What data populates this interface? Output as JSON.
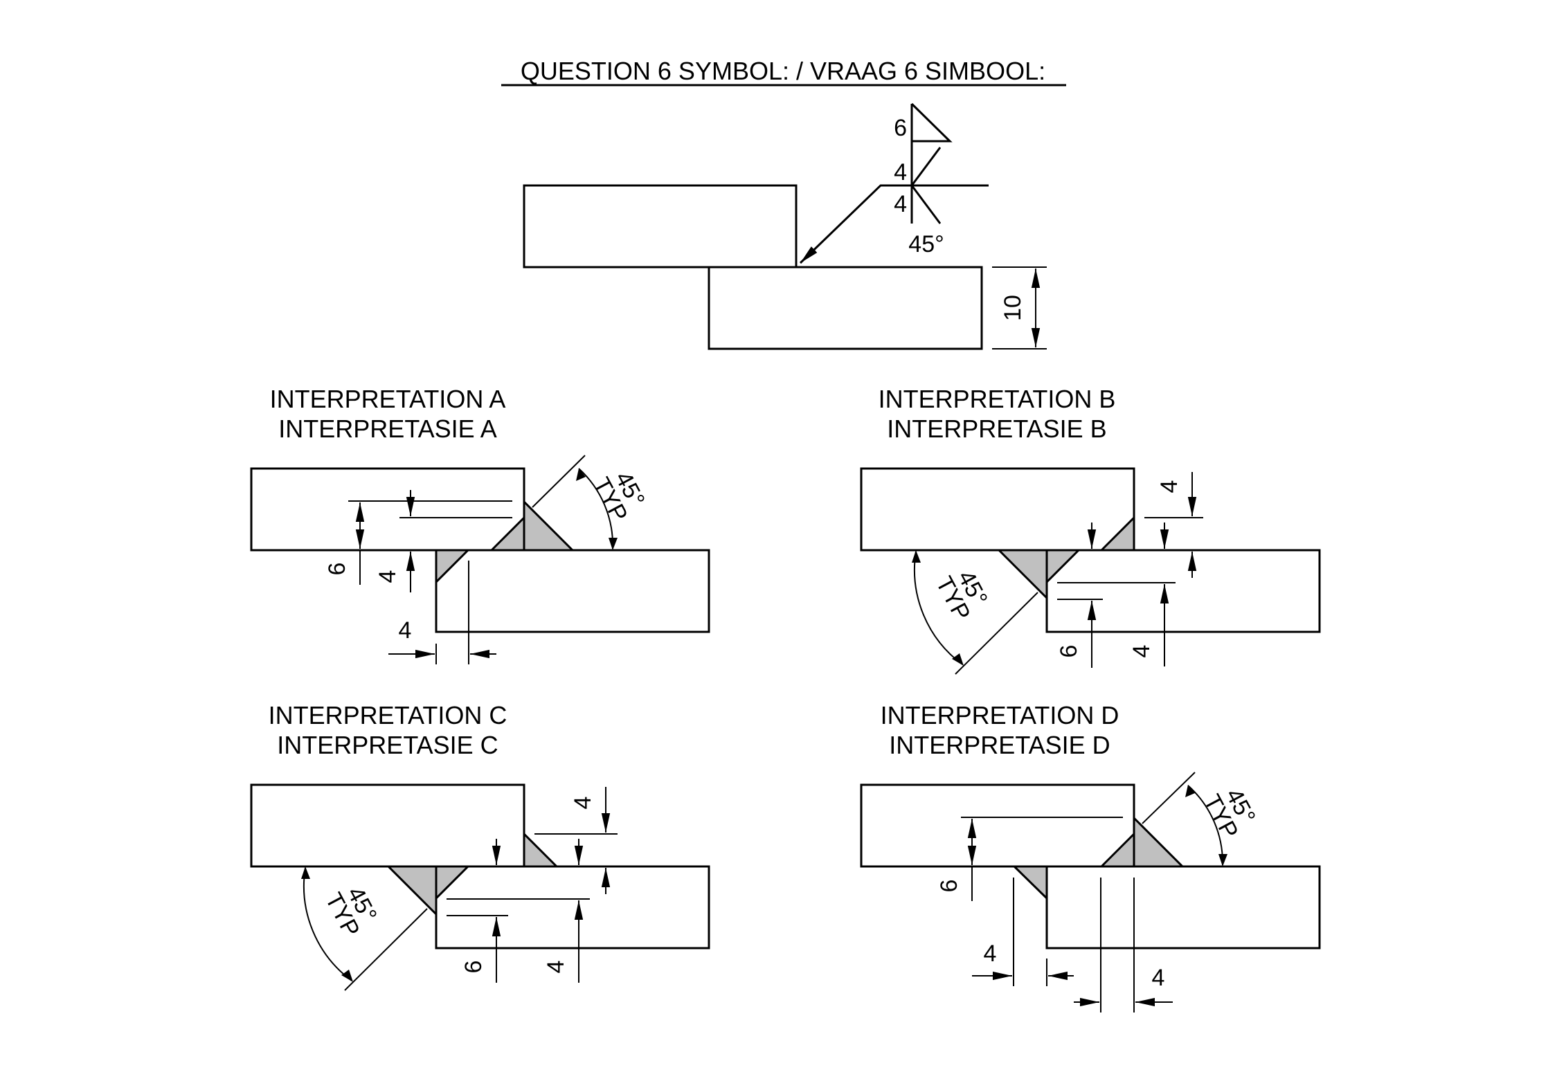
{
  "title": "QUESTION 6 SYMBOL: / VRAAG 6 SIMBOOL:",
  "symbol": {
    "arrow_side_size": "6",
    "other_side_size_top": "4",
    "arrow_side_size_bottom": "4",
    "angle": "45°",
    "plate_thickness": "10"
  },
  "interpretations": [
    {
      "id": "A",
      "label_en": "INTERPRETATION A",
      "label_af": "INTERPRETASIE A",
      "dims": {
        "six": "6",
        "four_v": "4",
        "four_h": "4",
        "angle_line1": "45°",
        "angle_line2": "TYP"
      }
    },
    {
      "id": "B",
      "label_en": "INTERPRETATION B",
      "label_af": "INTERPRETASIE B",
      "dims": {
        "six": "6",
        "four_v_top": "4",
        "four_v_bottom": "4",
        "angle_line1": "45°",
        "angle_line2": "TYP"
      }
    },
    {
      "id": "C",
      "label_en": "INTERPRETATION C",
      "label_af": "INTERPRETASIE C",
      "dims": {
        "six": "6",
        "four_v_top": "4",
        "four_v_bottom": "4",
        "angle_line1": "45°",
        "angle_line2": "TYP"
      }
    },
    {
      "id": "D",
      "label_en": "INTERPRETATION D",
      "label_af": "INTERPRETASIE D",
      "dims": {
        "six": "6",
        "four_h_left": "4",
        "four_h_right": "4",
        "angle_line1": "45°",
        "angle_line2": "TYP"
      }
    }
  ],
  "colors": {
    "weld_fill": "#c0c0c0",
    "line": "#000000",
    "background": "#ffffff"
  }
}
